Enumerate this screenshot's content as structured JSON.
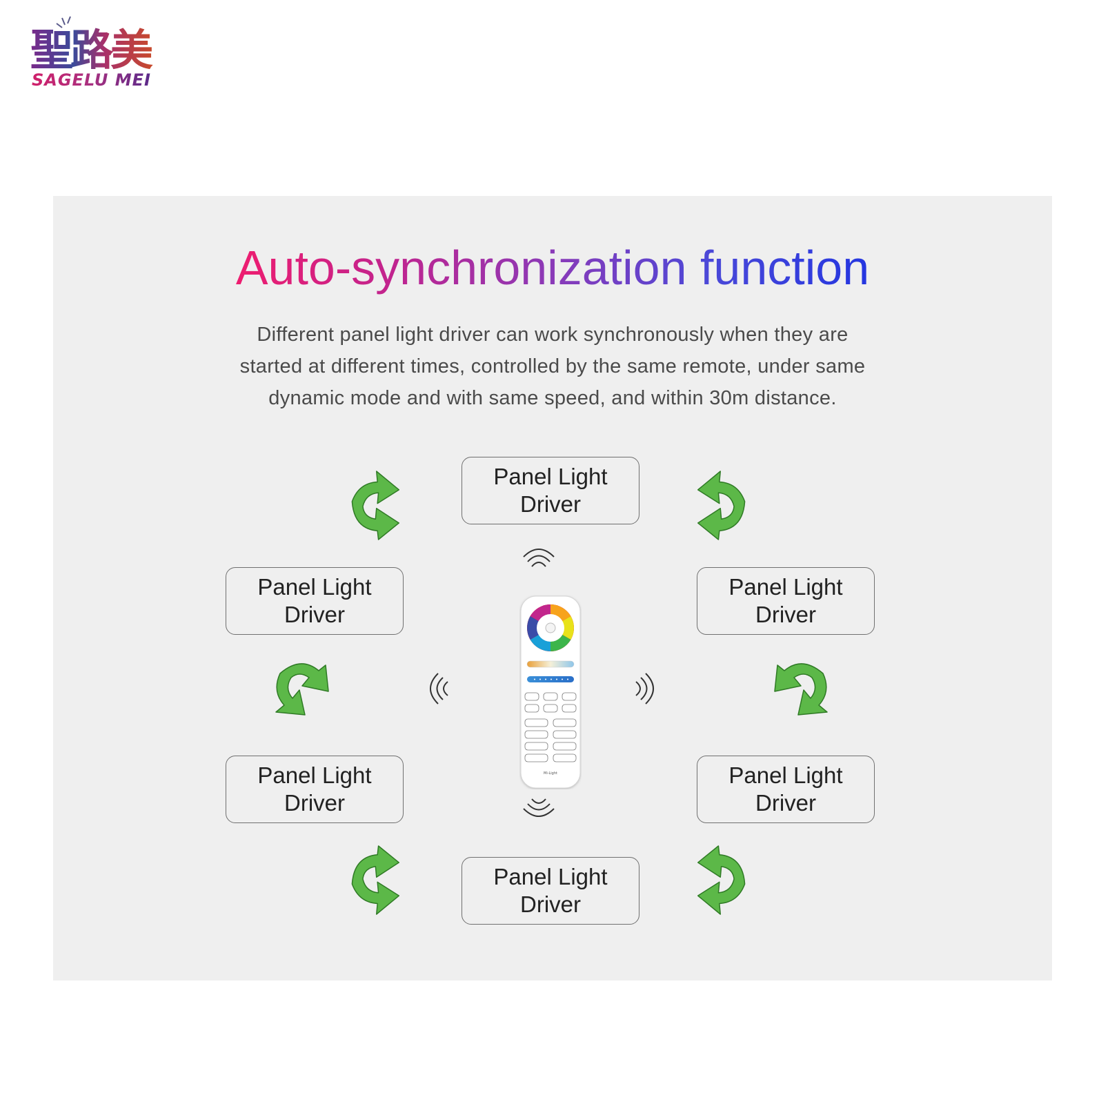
{
  "brand": {
    "logo_cn": "聖路美",
    "logo_en": "SAGELU MEI"
  },
  "title": "Auto-synchronization function",
  "description": [
    "Different panel light driver can work synchronously when they are",
    "started at different times, controlled by the same remote, under same",
    "dynamic mode and with same speed, and within 30m distance."
  ],
  "nodes": [
    {
      "line1": "Panel Light",
      "line2": "Driver"
    },
    {
      "line1": "Panel Light",
      "line2": "Driver"
    },
    {
      "line1": "Panel Light",
      "line2": "Driver"
    },
    {
      "line1": "Panel Light",
      "line2": "Driver"
    },
    {
      "line1": "Panel Light",
      "line2": "Driver"
    },
    {
      "line1": "Panel Light",
      "line2": "Driver"
    }
  ],
  "remote": {
    "brand_label": "Mi-Light",
    "icon": "rgb-remote-control-icon"
  },
  "colors": {
    "arrow_green": "#5cb848",
    "arrow_outline": "#2f7a25",
    "panel_bg": "#efefef",
    "node_border": "#6f6f6f",
    "title_gradient": [
      "#ee1d6f",
      "#8a3ab8",
      "#2436e0"
    ]
  }
}
